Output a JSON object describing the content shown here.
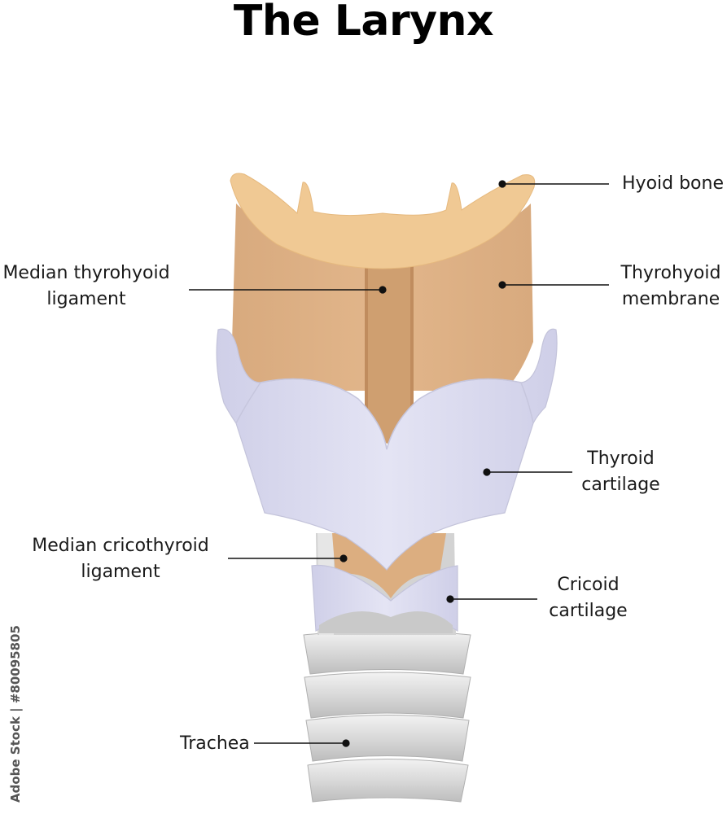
{
  "title": "The Larynx",
  "labels": {
    "hyoid": "Hyoid bone",
    "thyrohyoid_1": "Thyrohyoid",
    "thyrohyoid_2": "membrane",
    "median_thyro_1": "Median thyrohyoid",
    "median_thyro_2": "ligament",
    "thyroid_1": "Thyroid",
    "thyroid_2": "cartilage",
    "median_crico_1": "Median cricothyroid",
    "median_crico_2": "ligament",
    "cricoid_1": "Cricoid",
    "cricoid_2": "cartilage",
    "trachea": "Trachea"
  },
  "watermark": "Adobe Stock | #80095805",
  "colors": {
    "hyoid": "#eec690",
    "membrane": "#ddb185",
    "ligament": "#cf9f70",
    "cartilage": "#dcdcf0",
    "cartilage_edge": "#c3c3da",
    "trachea": "#d9d9d9"
  }
}
